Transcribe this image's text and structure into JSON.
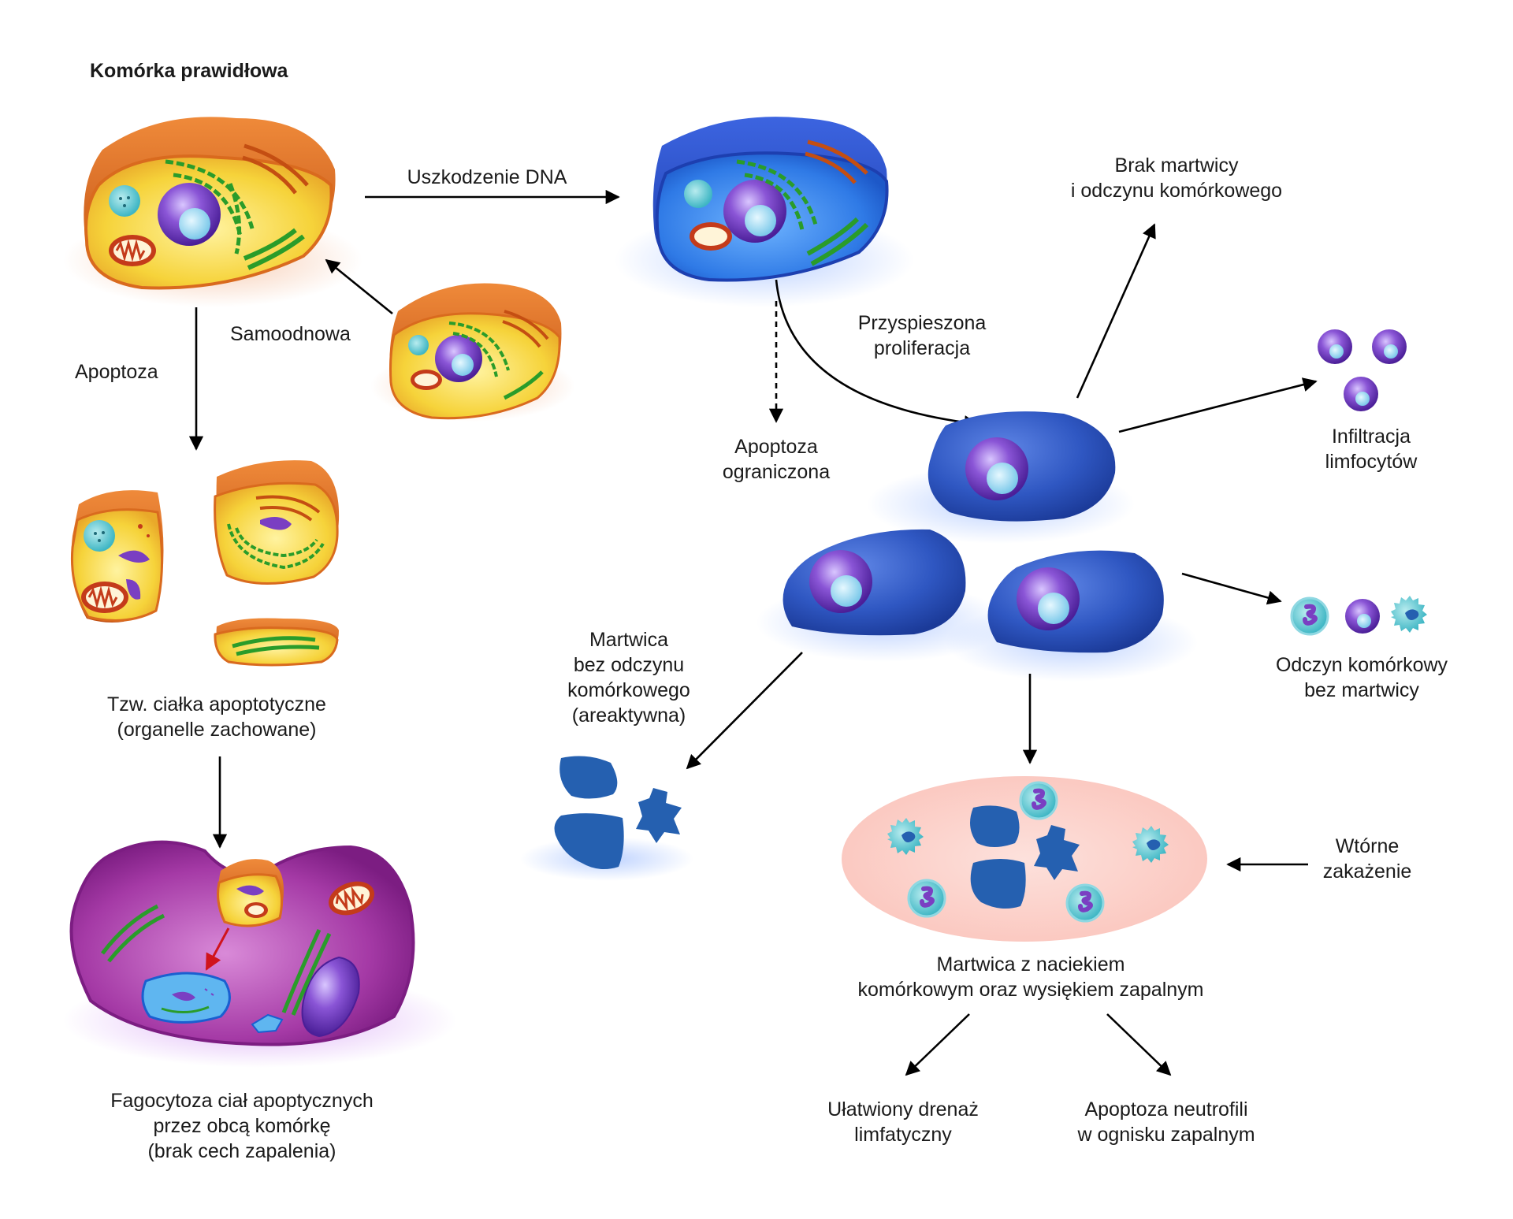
{
  "labels": {
    "normal_cell": "Komórka prawidłowa",
    "dna_damage": "Uszkodzenie DNA",
    "self_renewal": "Samoodnowa",
    "apoptosis": "Apoptoza",
    "apoptotic_bodies_1": "Tzw. ciałka apoptotyczne",
    "apoptotic_bodies_2": "(organelle zachowane)",
    "phagocytosis_1": "Fagocytoza ciał apoptycznych",
    "phagocytosis_2": "przez obcą komórkę",
    "phagocytosis_3": "(brak cech zapalenia)",
    "limited_apoptosis_1": "Apoptoza",
    "limited_apoptosis_2": "ograniczona",
    "accelerated_proliferation_1": "Przyspieszona",
    "accelerated_proliferation_2": "proliferacja",
    "no_necrosis_1": "Brak martwicy",
    "no_necrosis_2": "i odczynu komórkowego",
    "lymphocyte_infiltration_1": "Infiltracja",
    "lymphocyte_infiltration_2": "limfocytów",
    "cellular_reaction_1": "Odczyn komórkowy",
    "cellular_reaction_2": "bez martwicy",
    "areactive_necrosis_1": "Martwica",
    "areactive_necrosis_2": "bez odczynu",
    "areactive_necrosis_3": "komórkowego",
    "areactive_necrosis_4": "(areaktywna)",
    "secondary_infection_1": "Wtórne",
    "secondary_infection_2": "zakażenie",
    "inflammatory_necrosis_1": "Martwica z naciekiem",
    "inflammatory_necrosis_2": "komórkowym oraz wysiękiem zapalnym",
    "lymph_drainage_1": "Ułatwiony drenaż",
    "lymph_drainage_2": "limfatyczny",
    "neutrophil_apoptosis_1": "Apoptoza neutrofili",
    "neutrophil_apoptosis_2": "w ognisku zapalnym"
  },
  "colors": {
    "normal_cytoplasm": "#f6d33a",
    "normal_membrane": "#d96a1e",
    "damaged_cell": "#2f6fd8",
    "proliferating_cell": "#2751b8",
    "nucleus": "#7a3fc2",
    "nucleolus": "#8fd7f0",
    "macrophage": "#9a2e9c",
    "inflammation_area": "#fcd3cc",
    "necrotic_fragment": "#2560b0",
    "arrow": "#000000",
    "phagocytosis_arrow": "#d0141c"
  }
}
